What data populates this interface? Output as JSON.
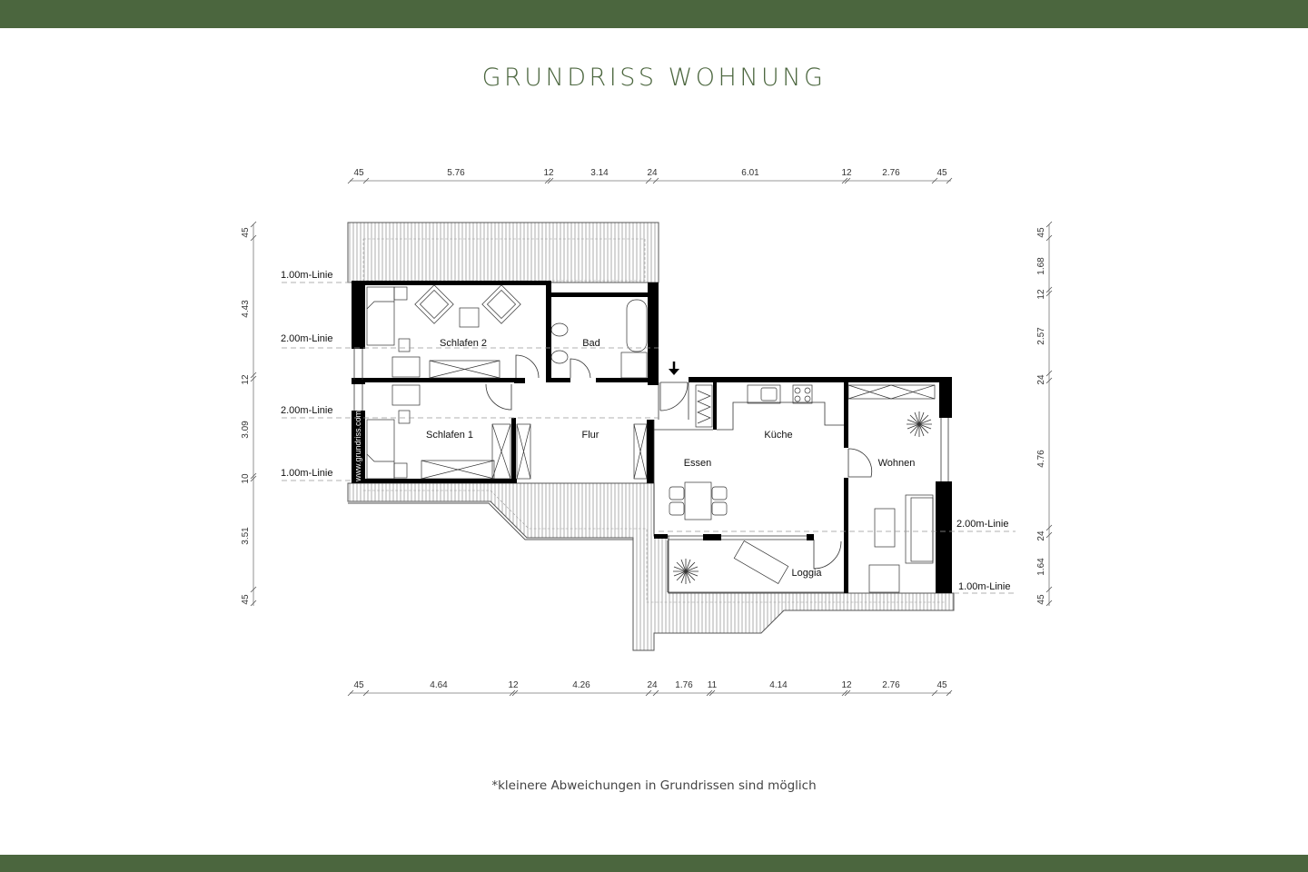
{
  "header": {
    "title": "GRUNDRISS WOHNUNG"
  },
  "footer": {
    "note": "*kleinere Abweichungen in Grundrissen sind möglich"
  },
  "colors": {
    "brand_green": "#4b663e",
    "wall": "#000000",
    "line": "#555555"
  },
  "rooms": {
    "schlafen2": "Schlafen 2",
    "bad": "Bad",
    "schlafen1": "Schlafen 1",
    "flur": "Flur",
    "kueche": "Küche",
    "essen": "Essen",
    "wohnen": "Wohnen",
    "loggia": "Loggia"
  },
  "watermark": "www.grundriss.com",
  "height_lines": {
    "left": [
      "1.00m-Linie",
      "2.00m-Linie",
      "2.00m-Linie",
      "1.00m-Linie"
    ],
    "right": [
      "2.00m-Linie",
      "1.00m-Linie"
    ]
  },
  "dimensions": {
    "top": [
      "45",
      "5.76",
      "12",
      "3.14",
      "24",
      "6.01",
      "12",
      "2.76",
      "45"
    ],
    "bottom": [
      "45",
      "4.64",
      "12",
      "4.26",
      "24",
      "1.76",
      "11",
      "4.14",
      "12",
      "2.76",
      "45"
    ],
    "left": [
      "45",
      "4.43",
      "12",
      "3.09",
      "10",
      "3.51",
      "45"
    ],
    "right": [
      "45",
      "1.68",
      "12",
      "2.57",
      "24",
      "4.76",
      "24",
      "1.64",
      "45"
    ]
  },
  "icons": {
    "entrance": "entrance-arrow-icon"
  }
}
